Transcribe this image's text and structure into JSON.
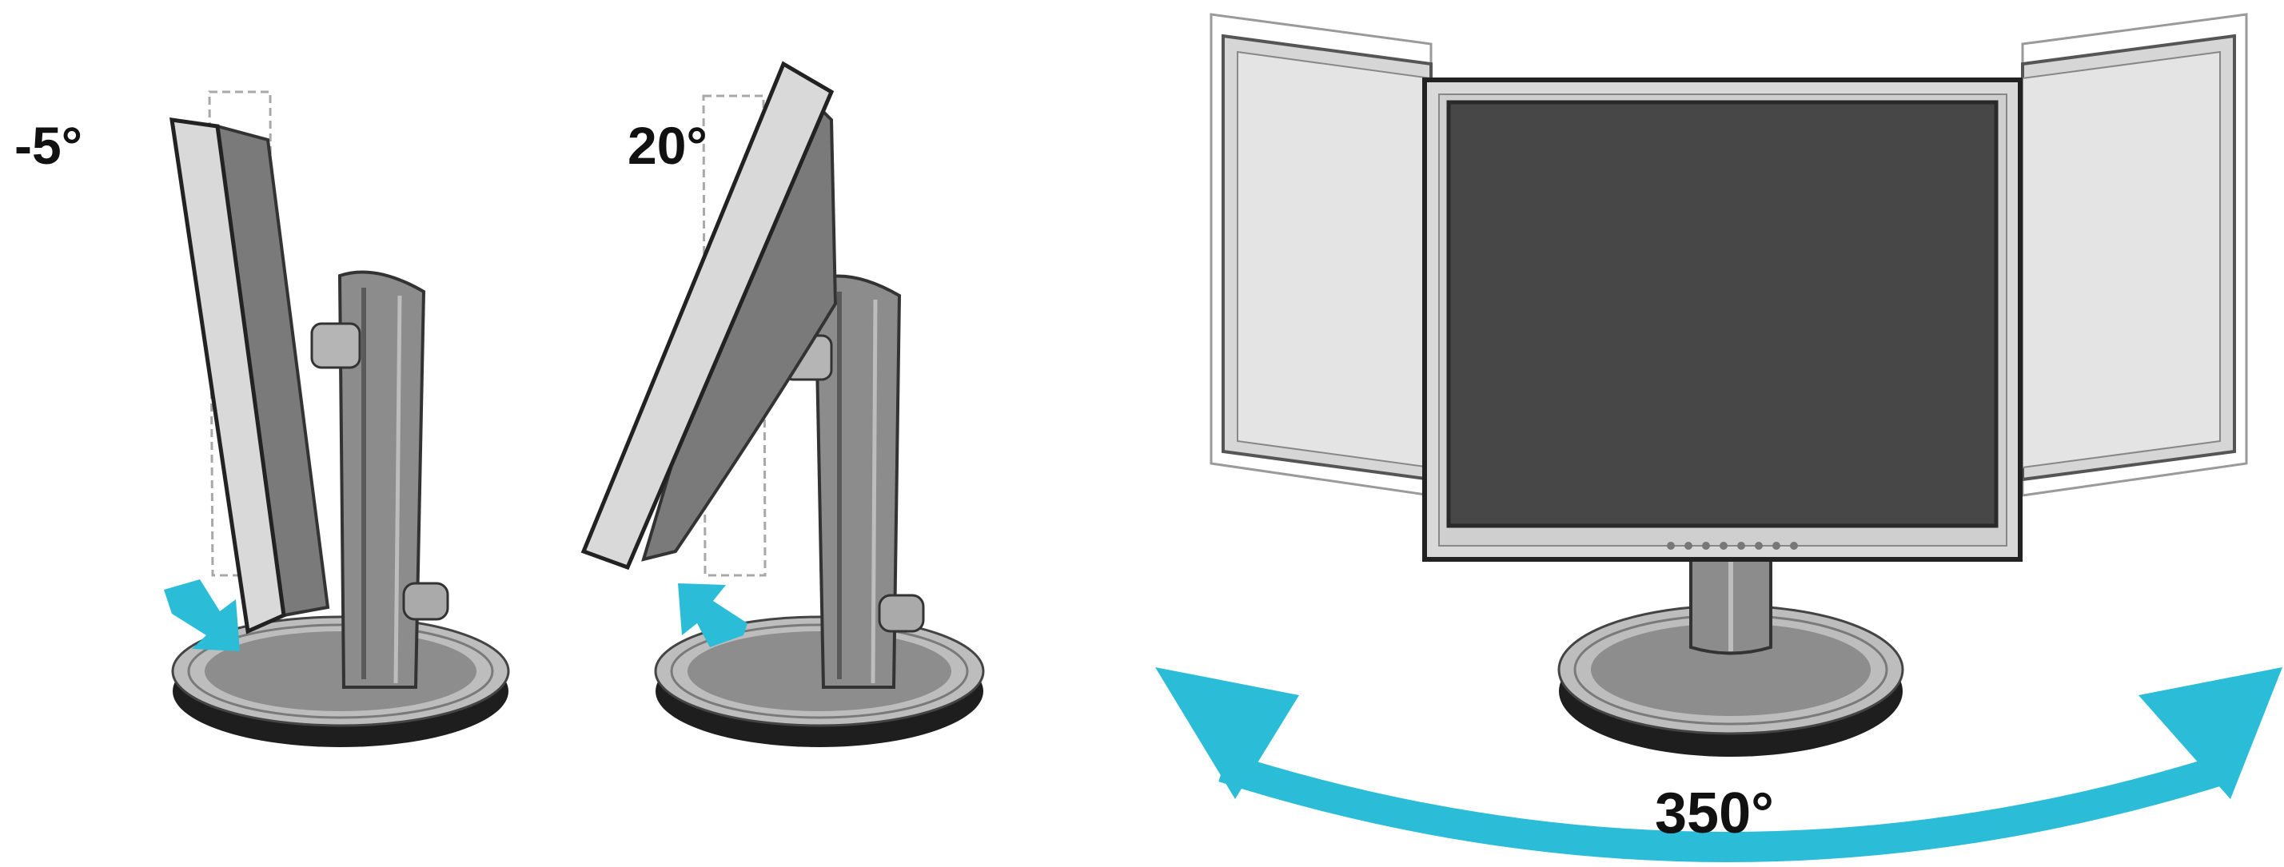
{
  "labels": {
    "tilt_forward": "-5°",
    "tilt_back": "20°",
    "swivel": "350°"
  },
  "colors": {
    "arrow": "#2bbcd8",
    "panel_face": "#d9d9d9",
    "panel_back": "#7a7a7a",
    "screen": "#474747",
    "stand": "#8c8c8c",
    "base_dark": "#1e1e1e",
    "base_ring": "#bdbdbd",
    "ghost_outline": "#9a9a9a"
  },
  "figures": {
    "tilt_forward_icon": "arrow-down-right-icon",
    "tilt_back_icon": "arrow-up-left-icon",
    "swivel_icon": "double-headed-curved-arrow-icon"
  }
}
